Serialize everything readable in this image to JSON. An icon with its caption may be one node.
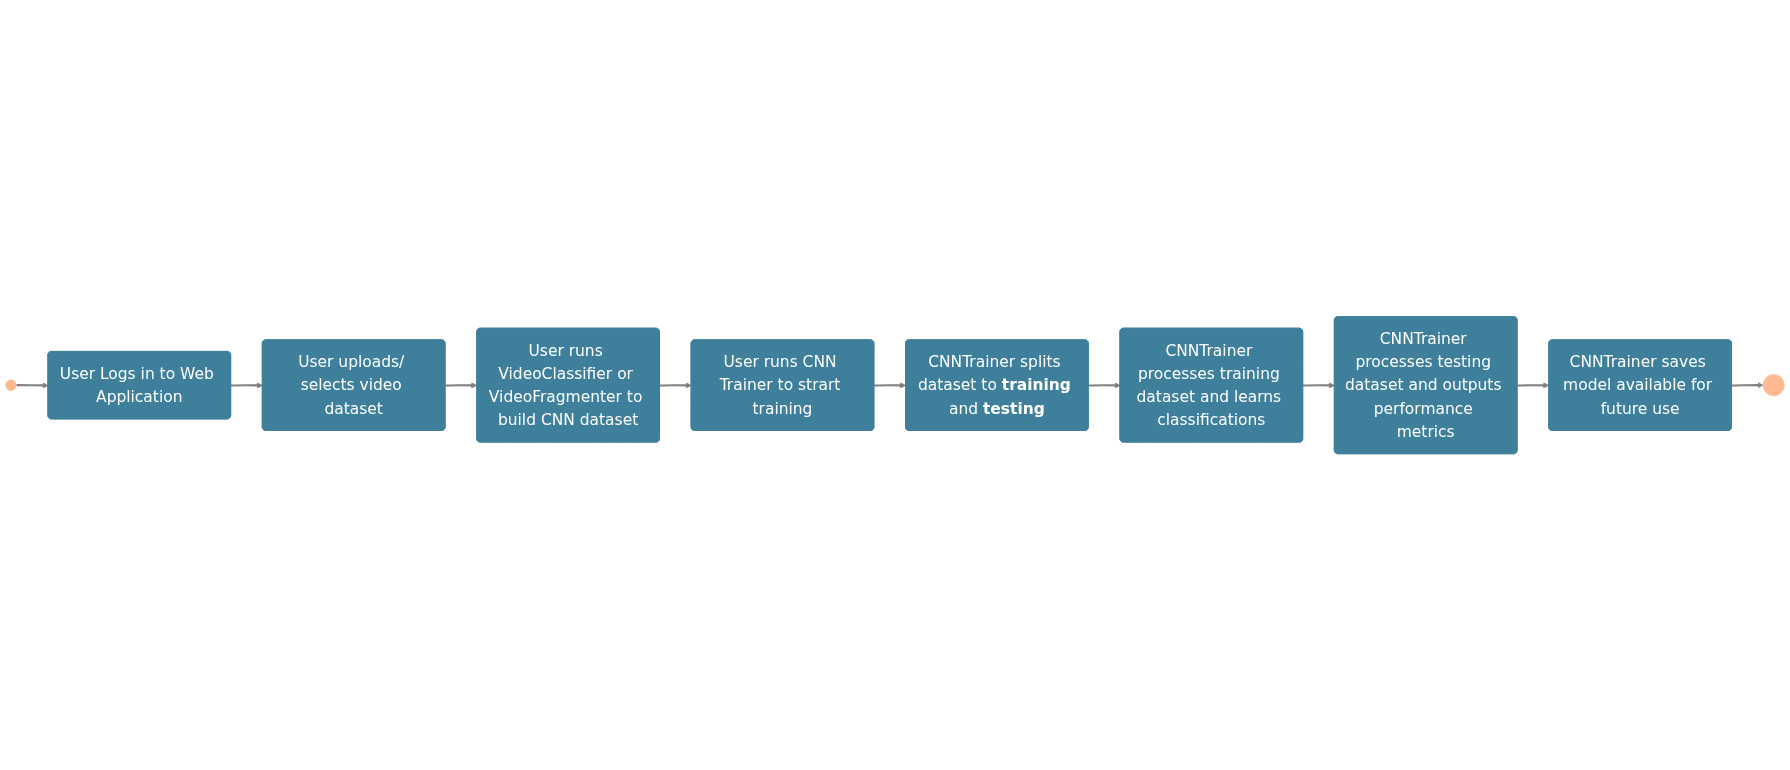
{
  "diagram": {
    "nodes": [
      {
        "text": [],
        "shape": "circle"
      },
      {
        "text": [
          "User Logs in to Web Application"
        ]
      },
      {
        "text": [
          "User uploads/ selects video dataset"
        ]
      },
      {
        "text": [
          "User runs VideoClassifier or VideoFragmenter to build CNN dataset"
        ]
      },
      {
        "text": [
          "User runs CNN Trainer to strart training"
        ]
      },
      {
        "text": [
          "CNNTrainer splits dataset to **training** and **testing**"
        ]
      },
      {
        "text": [
          "CNNTrainer processes training dataset and learns classifications"
        ]
      },
      {
        "text": [
          "CNNTrainer processes testing dataset and outputs performance metrics"
        ]
      },
      {
        "text": [
          "CNNTrainer saves model available for future use"
        ]
      },
      {
        "text": [],
        "shape": "circle"
      }
    ],
    "edges": [
      {
        "from": 0,
        "to": 1,
        "arrow": "to"
      },
      {
        "from": 1,
        "to": 2,
        "arrow": "to"
      },
      {
        "from": 2,
        "to": 3,
        "arrow": "to"
      },
      {
        "from": 3,
        "to": 4,
        "arrow": "to"
      },
      {
        "from": 4,
        "to": 5,
        "arrow": "to"
      },
      {
        "from": 5,
        "to": 6,
        "arrow": "to"
      },
      {
        "from": 6,
        "to": 7,
        "arrow": "to"
      },
      {
        "from": 7,
        "to": 8,
        "arrow": "to"
      },
      {
        "from": 8,
        "to": 9,
        "arrow": "to"
      }
    ]
  }
}
